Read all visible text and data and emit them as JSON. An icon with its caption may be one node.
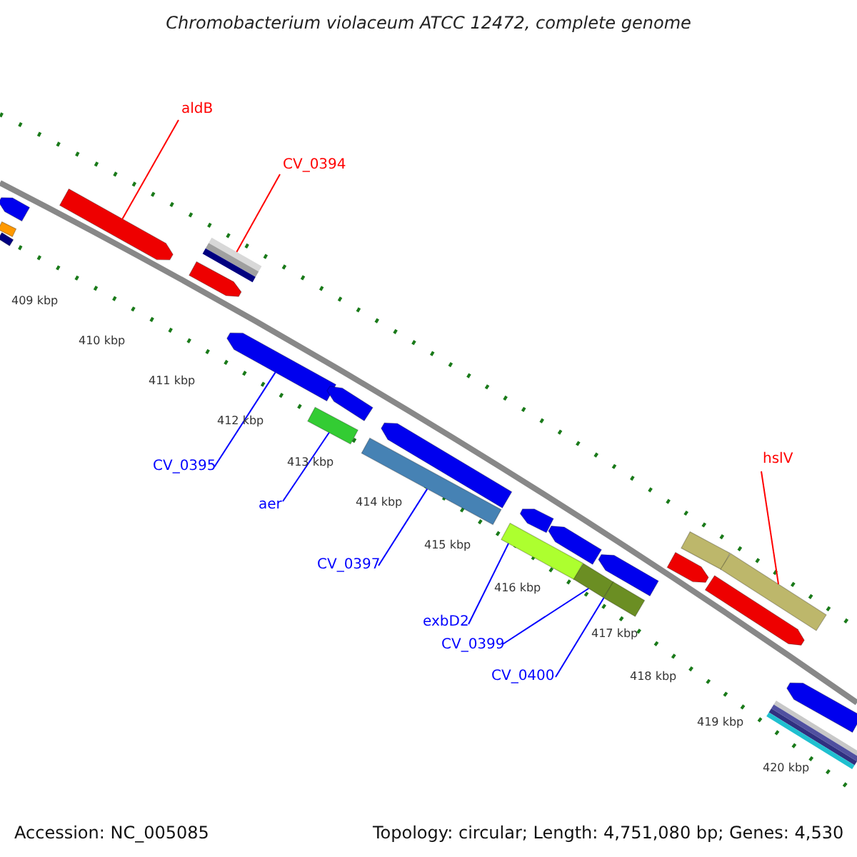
{
  "diagram": {
    "title": "Chromobacterium violaceum ATCC 12472, complete genome",
    "nodes": [
      {
        "text": [
          "aldB"
        ]
      },
      {
        "text": [
          "CV_0394"
        ]
      },
      {
        "text": [
          "CV_0395"
        ]
      },
      {
        "text": [
          "aer"
        ]
      },
      {
        "text": [
          "CV_0397"
        ]
      },
      {
        "text": [
          "exbD2"
        ]
      },
      {
        "text": [
          "CV_0399"
        ]
      },
      {
        "text": [
          "CV_0400"
        ]
      },
      {
        "text": [
          "hslV"
        ]
      },
      {
        "text": [],
        "shape": "bar"
      },
      {
        "text": [],
        "shape": "bar"
      },
      {
        "text": [],
        "shape": "bar"
      },
      {
        "text": [],
        "shape": "bar"
      },
      {
        "text": [],
        "shape": "bar"
      },
      {
        "text": [],
        "shape": "bar"
      },
      {
        "text": [],
        "shape": "bar"
      },
      {
        "text": [],
        "shape": "bar"
      },
      {
        "text": [],
        "shape": "bar"
      },
      {
        "text": [],
        "shape": "bar"
      },
      {
        "text": [],
        "shape": "bar"
      },
      {
        "text": [],
        "shape": "bar"
      },
      {
        "text": [],
        "shape": "bar"
      },
      {
        "text": [],
        "shape": "bar"
      },
      {
        "text": [],
        "shape": "bar"
      },
      {
        "text": [],
        "shape": "bar"
      },
      {
        "text": [],
        "shape": "bar"
      },
      {
        "text": [],
        "shape": "bar"
      },
      {
        "text": [],
        "shape": "bar"
      },
      {
        "text": [],
        "shape": "bar"
      },
      {
        "text": [],
        "shape": "bar"
      },
      {
        "text": [],
        "shape": "bar"
      },
      {
        "text": [],
        "shape": "bar"
      }
    ],
    "edges": [
      {
        "from": 0,
        "to": 12,
        "arrow": "none",
        "color": "#ff0000"
      },
      {
        "from": 1,
        "to": 14,
        "arrow": "none",
        "color": "#ff0000"
      },
      {
        "from": 2,
        "to": 15,
        "arrow": "none"
      },
      {
        "from": 3,
        "to": 16,
        "arrow": "none"
      },
      {
        "from": 4,
        "to": 18,
        "arrow": "none"
      },
      {
        "from": 5,
        "to": 20,
        "arrow": "none"
      },
      {
        "from": 6,
        "to": 23,
        "arrow": "none"
      },
      {
        "from": 7,
        "to": 24,
        "arrow": "none"
      },
      {
        "from": 8,
        "to": 29,
        "arrow": "none",
        "color": "#ff0000"
      }
    ],
    "labels": [
      "409 kbp",
      "410 kbp",
      "411 kbp",
      "412 kbp",
      "413 kbp",
      "414 kbp",
      "415 kbp",
      "416 kbp",
      "417 kbp",
      "418 kbp",
      "419 kbp",
      "420 kbp",
      "Accession: NC_005085",
      "Topology: circular; Length: 4,751,080 bp; Genes: 4,530"
    ]
  }
}
